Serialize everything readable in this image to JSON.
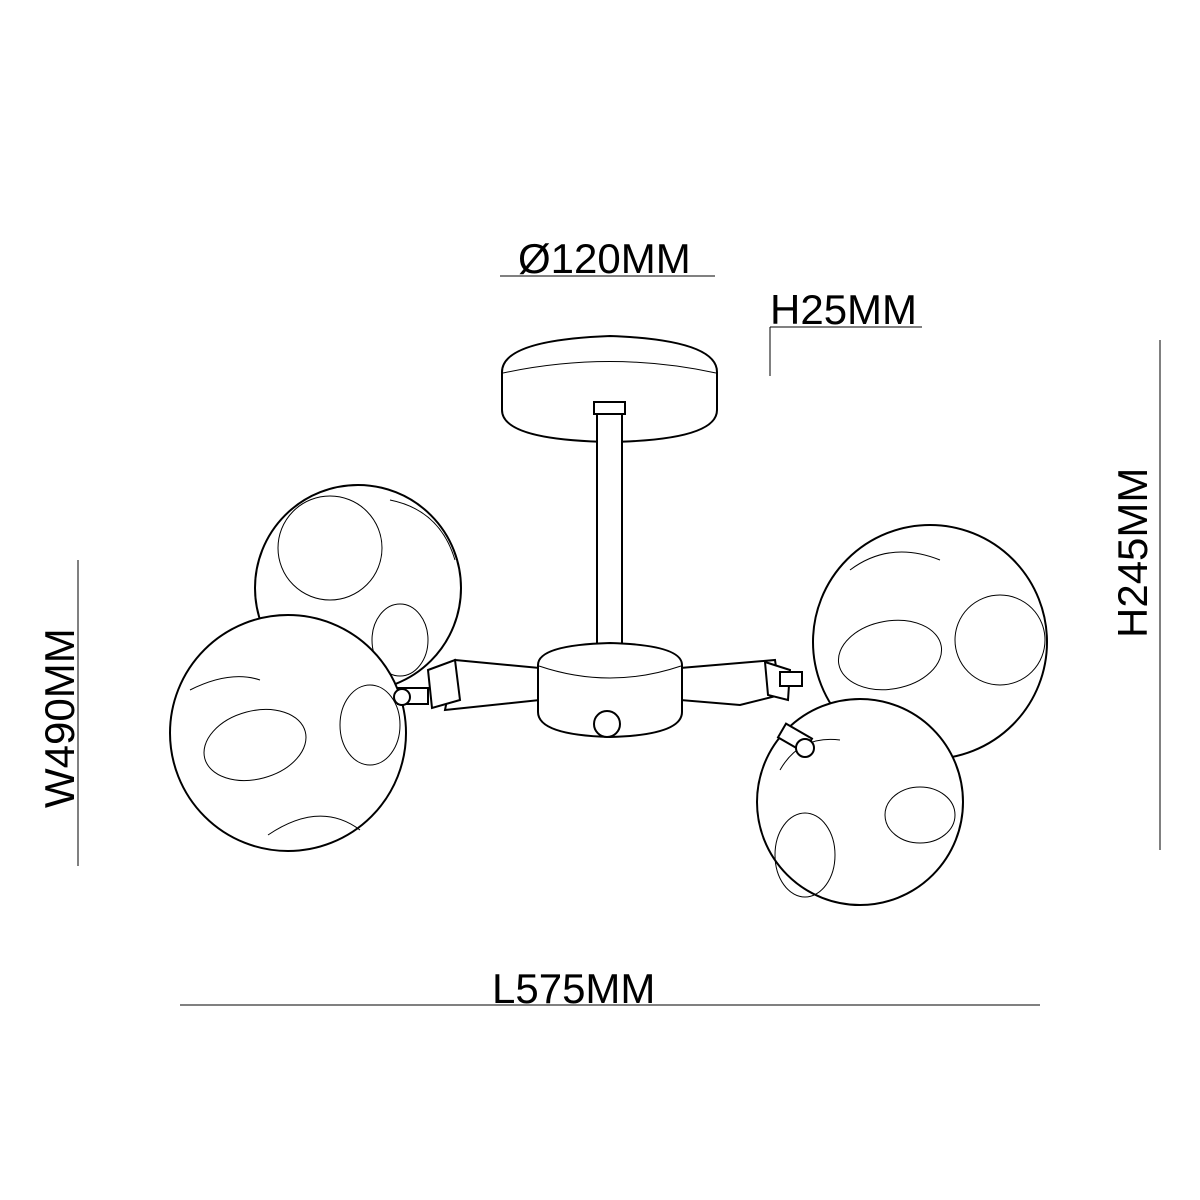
{
  "dimensions": {
    "canopy_diameter": "Ø120MM",
    "canopy_height": "H25MM",
    "total_height": "H245MM",
    "width": "W490MM",
    "length": "L575MM"
  },
  "colors": {
    "line": "#000000",
    "background": "#ffffff"
  }
}
